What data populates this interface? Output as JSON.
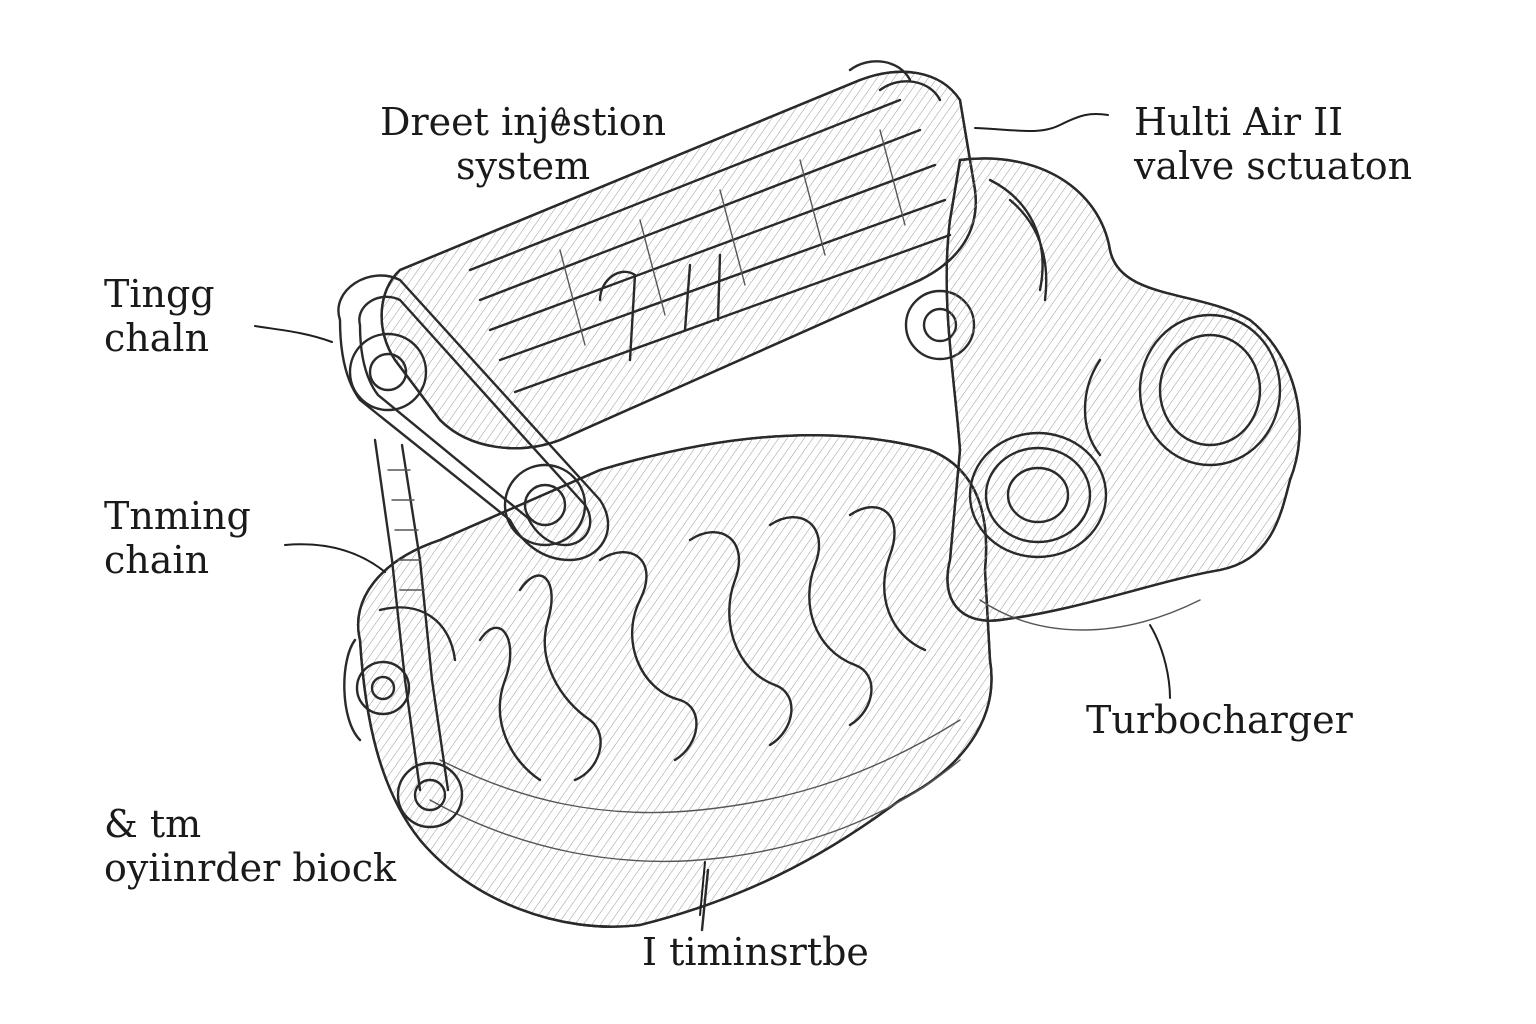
{
  "labels": {
    "direct_injection": [
      "Dreet injestion",
      "system"
    ],
    "multiair": [
      "Hulti Air II",
      "valve sctuaton"
    ],
    "ting_chain": [
      "Tingg",
      "chaln"
    ],
    "tnming_chain": [
      "Tnming",
      "chain"
    ],
    "turbocharger": [
      "Turbocharger"
    ],
    "cylinder_block": [
      "& tm",
      "oyiinrder biock"
    ],
    "bottom": [
      "I timinsrtbe"
    ]
  },
  "colors": {
    "ink": "#1a1a1a",
    "paper": "#ffffff"
  }
}
